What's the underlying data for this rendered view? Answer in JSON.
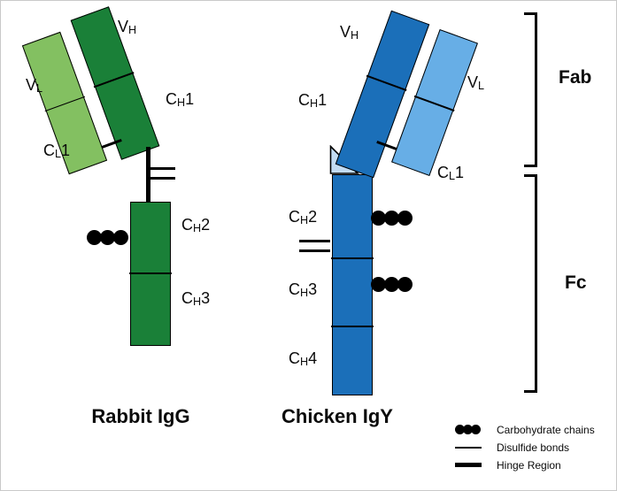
{
  "colors": {
    "background": "#FFFFFF",
    "light_green": "#83C061",
    "dark_green": "#1A8038",
    "dark_blue": "#1B6FB9",
    "light_blue": "#67AEE6",
    "pale_blue": "#C3DCF3",
    "ink": "#000000"
  },
  "igg": {
    "title": "Rabbit IgG",
    "labels": {
      "vl": {
        "pre": "V",
        "sub": "L",
        "post": ""
      },
      "cl1": {
        "pre": "C",
        "sub": "L",
        "post": "1"
      },
      "vh": {
        "pre": "V",
        "sub": "H",
        "post": ""
      },
      "ch1": {
        "pre": "C",
        "sub": "H",
        "post": "1"
      },
      "ch2": {
        "pre": "C",
        "sub": "H",
        "post": "2"
      },
      "ch3": {
        "pre": "C",
        "sub": "H",
        "post": "3"
      }
    }
  },
  "igy": {
    "title": "Chicken IgY",
    "labels": {
      "vh": {
        "pre": "V",
        "sub": "H",
        "post": ""
      },
      "ch1": {
        "pre": "C",
        "sub": "H",
        "post": "1"
      },
      "vl": {
        "pre": "V",
        "sub": "L",
        "post": ""
      },
      "cl1": {
        "pre": "C",
        "sub": "L",
        "post": "1"
      },
      "ch2": {
        "pre": "C",
        "sub": "H",
        "post": "2"
      },
      "ch3": {
        "pre": "C",
        "sub": "H",
        "post": "3"
      },
      "ch4": {
        "pre": "C",
        "sub": "H",
        "post": "4"
      }
    }
  },
  "regions": {
    "fab": "Fab",
    "fc": "Fc"
  },
  "legend": {
    "carbohydrate": "Carbohydrate chains",
    "disulfide": "Disulfide bonds",
    "hinge": "Hinge Region"
  }
}
